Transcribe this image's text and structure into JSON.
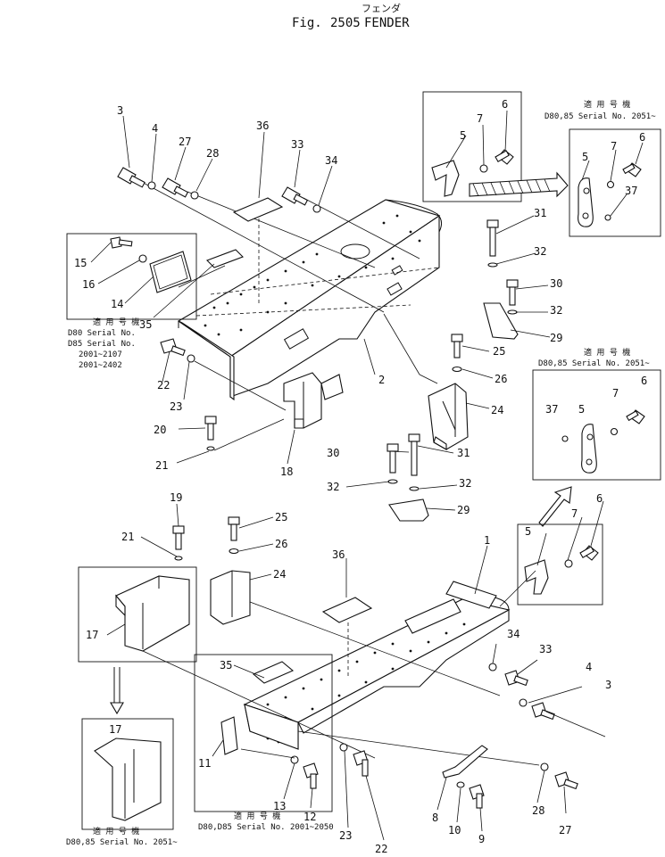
{
  "header": {
    "jp_title": "フェンダ",
    "fig_label": "Fig.",
    "fig_number": "2505",
    "title": "FENDER"
  },
  "notes": {
    "top_right": {
      "jp": "適 用 号 機",
      "serial": "D80,85 Serial No. 2051~"
    },
    "mid_right": {
      "jp": "適 用 号 機",
      "serial": "D80,85 Serial No. 2051~"
    },
    "left_box": {
      "jp": "適 用 号 機",
      "line1": "D80 Serial No.",
      "line2": "D85 Serial No.",
      "line3": "2001~2107",
      "line4": "2001~2402"
    },
    "bottom_left": {
      "jp": "適 用 号 機",
      "serial": "D80,85 Serial No. 2051~"
    },
    "bottom_center": {
      "jp": "適 用 号 機",
      "serial": "D80,D85 Serial No. 2001~2050"
    }
  },
  "callouts": {
    "c1": "1",
    "c2": "2",
    "c3a": "3",
    "c3b": "3",
    "c4a": "4",
    "c4b": "4",
    "c5a": "5",
    "c5b": "5",
    "c5c": "5",
    "c5d": "5",
    "c6a": "6",
    "c6b": "6",
    "c6c": "6",
    "c6d": "6",
    "c7a": "7",
    "c7b": "7",
    "c7c": "7",
    "c7d": "7",
    "c8": "8",
    "c9": "9",
    "c10": "10",
    "c11": "11",
    "c12": "12",
    "c13": "13",
    "c14": "14",
    "c15": "15",
    "c16": "16",
    "c17a": "17",
    "c17b": "17",
    "c18": "18",
    "c19": "19",
    "c20": "20",
    "c21a": "21",
    "c21b": "21",
    "c22a": "22",
    "c22b": "22",
    "c23a": "23",
    "c23b": "23",
    "c24a": "24",
    "c24b": "24",
    "c25a": "25",
    "c25b": "25",
    "c26a": "26",
    "c26b": "26",
    "c27a": "27",
    "c27b": "27",
    "c28a": "28",
    "c28b": "28",
    "c29a": "29",
    "c29b": "29",
    "c30a": "30",
    "c30b": "30",
    "c31a": "31",
    "c31b": "31",
    "c32a": "32",
    "c32b": "32",
    "c32c": "32",
    "c32d": "32",
    "c33a": "33",
    "c33b": "33",
    "c34a": "34",
    "c34b": "34",
    "c35a": "35",
    "c35b": "35",
    "c36a": "36",
    "c36b": "36",
    "c37a": "37",
    "c37b": "37"
  }
}
